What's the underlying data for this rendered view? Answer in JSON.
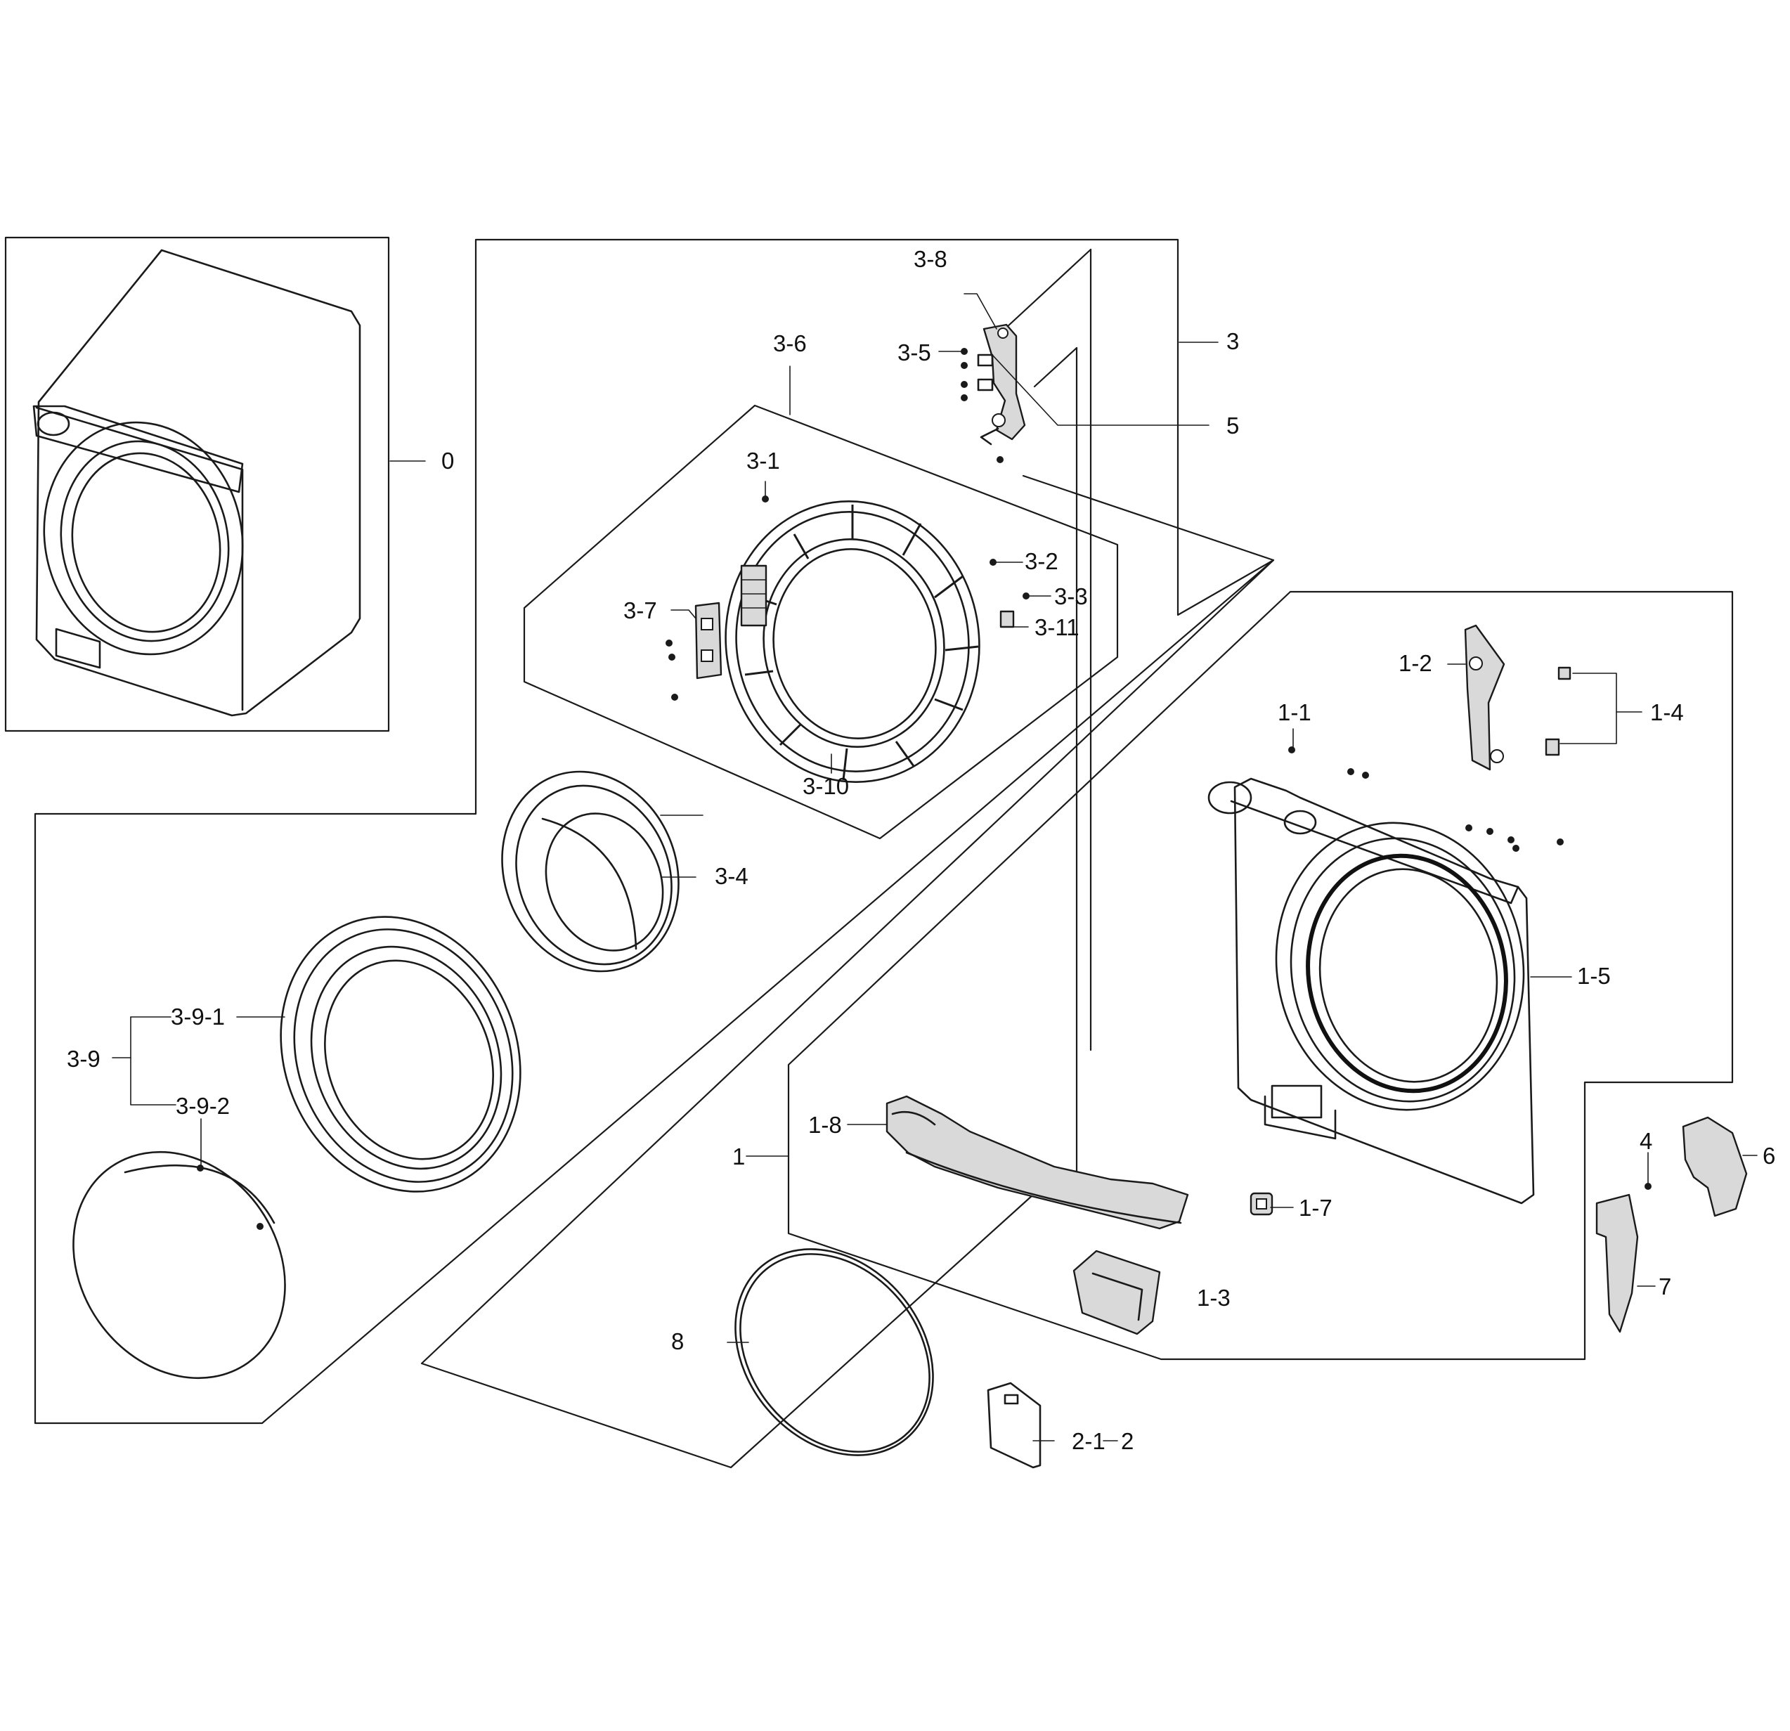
{
  "callouts": {
    "c0": "0",
    "c1": "1",
    "c1_1": "1-1",
    "c1_2": "1-2",
    "c1_3": "1-3",
    "c1_4": "1-4",
    "c1_5": "1-5",
    "c1_7": "1-7",
    "c1_8": "1-8",
    "c2": "2",
    "c2_1": "2-1",
    "c3": "3",
    "c3_1": "3-1",
    "c3_2": "3-2",
    "c3_3": "3-3",
    "c3_4": "3-4",
    "c3_5": "3-5",
    "c3_6": "3-6",
    "c3_7": "3-7",
    "c3_8": "3-8",
    "c3_9": "3-9",
    "c3_9_1": "3-9-1",
    "c3_9_2": "3-9-2",
    "c3_10": "3-10",
    "c3_11": "3-11",
    "c4": "4",
    "c5": "5",
    "c6": "6",
    "c7": "7",
    "c8": "8"
  }
}
